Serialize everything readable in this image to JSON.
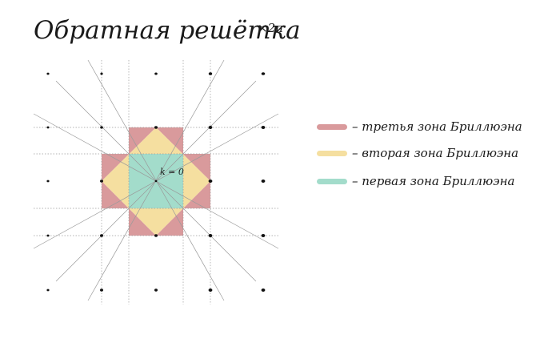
{
  "title": {
    "main": "Обратная решётка",
    "suffix": "×2π"
  },
  "center_label": "k = 0",
  "legend": [
    {
      "label": "– третья зона Бриллюэна",
      "color": "#d99a9c"
    },
    {
      "label": "– вторая зона Бриллюэна",
      "color": "#f5dfa0"
    },
    {
      "label": "– первая зона Бриллюэна",
      "color": "#a3dccb"
    }
  ],
  "colors": {
    "zone1": "#a3dccb",
    "zone2": "#f5dfa0",
    "zone3": "#d99a9c",
    "ink": "#111111",
    "grid": "#9a9a9a"
  }
}
